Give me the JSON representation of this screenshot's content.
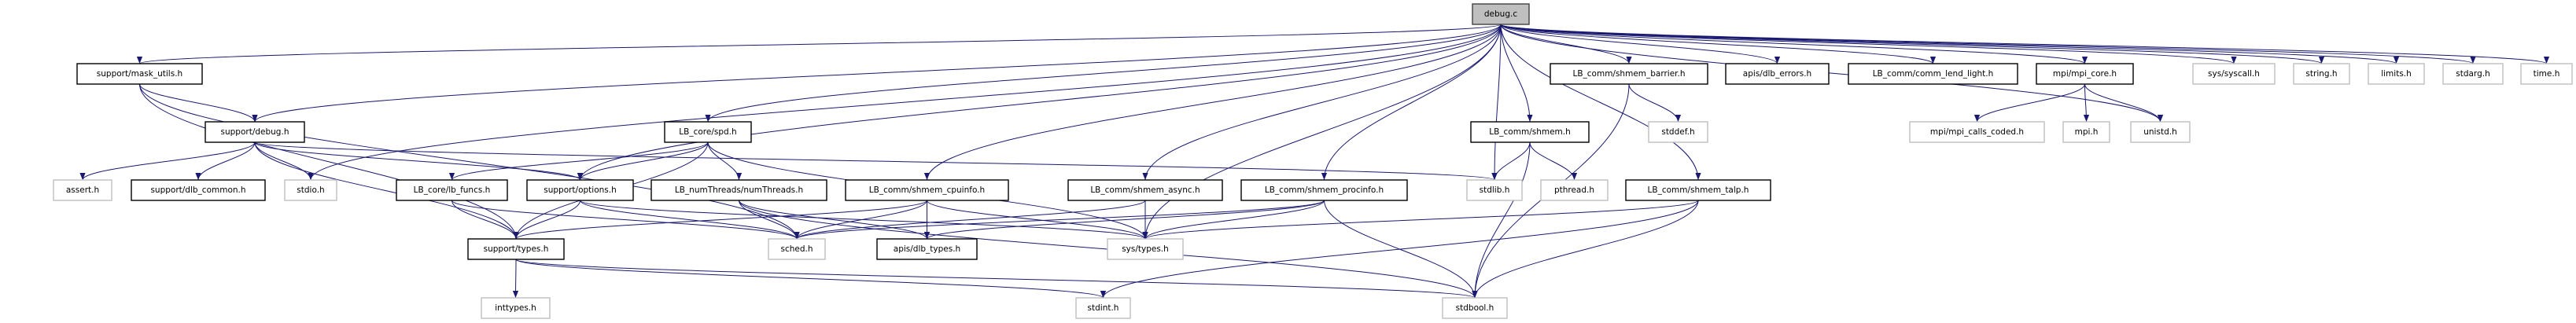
{
  "graph": {
    "title": "debug.c",
    "colors": {
      "edge": "#191970",
      "root_fill": "#bfbfbf",
      "external_border": "#bfbfbf",
      "documented_border": "#000000"
    },
    "nodes": [
      {
        "id": "debug_c",
        "label": "debug.c",
        "kind": "root"
      },
      {
        "id": "mask_utils",
        "label": "support/mask_utils.h",
        "kind": "documented"
      },
      {
        "id": "debug_h",
        "label": "support/debug.h",
        "kind": "documented"
      },
      {
        "id": "spd",
        "label": "LB_core/spd.h",
        "kind": "documented"
      },
      {
        "id": "assert",
        "label": "assert.h",
        "kind": "external"
      },
      {
        "id": "dlb_common",
        "label": "support/dlb_common.h",
        "kind": "documented"
      },
      {
        "id": "stdio",
        "label": "stdio.h",
        "kind": "external"
      },
      {
        "id": "lb_funcs",
        "label": "LB_core/lb_funcs.h",
        "kind": "documented"
      },
      {
        "id": "options",
        "label": "support/options.h",
        "kind": "documented"
      },
      {
        "id": "numThreads",
        "label": "LB_numThreads/numThreads.h",
        "kind": "documented"
      },
      {
        "id": "types",
        "label": "support/types.h",
        "kind": "documented"
      },
      {
        "id": "sched",
        "label": "sched.h",
        "kind": "external"
      },
      {
        "id": "inttypes",
        "label": "inttypes.h",
        "kind": "external"
      },
      {
        "id": "shmem_barrier",
        "label": "LB_comm/shmem_barrier.h",
        "kind": "documented"
      },
      {
        "id": "shmem",
        "label": "LB_comm/shmem.h",
        "kind": "documented"
      },
      {
        "id": "stddef",
        "label": "stddef.h",
        "kind": "external"
      },
      {
        "id": "shmem_cpuinfo",
        "label": "LB_comm/shmem_cpuinfo.h",
        "kind": "documented"
      },
      {
        "id": "shmem_async",
        "label": "LB_comm/shmem_async.h",
        "kind": "documented"
      },
      {
        "id": "shmem_procinfo",
        "label": "LB_comm/shmem_procinfo.h",
        "kind": "documented"
      },
      {
        "id": "stdlib",
        "label": "stdlib.h",
        "kind": "external"
      },
      {
        "id": "pthread",
        "label": "pthread.h",
        "kind": "external"
      },
      {
        "id": "shmem_talp",
        "label": "LB_comm/shmem_talp.h",
        "kind": "documented"
      },
      {
        "id": "dlb_types",
        "label": "apis/dlb_types.h",
        "kind": "documented"
      },
      {
        "id": "sys_types",
        "label": "sys/types.h",
        "kind": "external"
      },
      {
        "id": "stdint",
        "label": "stdint.h",
        "kind": "external"
      },
      {
        "id": "stdbool",
        "label": "stdbool.h",
        "kind": "external"
      },
      {
        "id": "dlb_errors",
        "label": "apis/dlb_errors.h",
        "kind": "documented"
      },
      {
        "id": "comm_lend_light",
        "label": "LB_comm/comm_lend_light.h",
        "kind": "documented"
      },
      {
        "id": "mpi_core",
        "label": "mpi/mpi_core.h",
        "kind": "documented"
      },
      {
        "id": "syscall",
        "label": "sys/syscall.h",
        "kind": "external"
      },
      {
        "id": "string",
        "label": "string.h",
        "kind": "external"
      },
      {
        "id": "limits",
        "label": "limits.h",
        "kind": "external"
      },
      {
        "id": "stdarg",
        "label": "stdarg.h",
        "kind": "external"
      },
      {
        "id": "time",
        "label": "time.h",
        "kind": "external"
      },
      {
        "id": "mpi_calls_coded",
        "label": "mpi/mpi_calls_coded.h",
        "kind": "external"
      },
      {
        "id": "mpi",
        "label": "mpi.h",
        "kind": "external"
      },
      {
        "id": "unistd",
        "label": "unistd.h",
        "kind": "external"
      }
    ],
    "edges": [
      [
        "debug_c",
        "mask_utils"
      ],
      [
        "debug_c",
        "debug_h"
      ],
      [
        "debug_c",
        "stdio"
      ],
      [
        "debug_c",
        "options"
      ],
      [
        "debug_c",
        "spd"
      ],
      [
        "debug_c",
        "shmem_cpuinfo"
      ],
      [
        "debug_c",
        "shmem_async"
      ],
      [
        "debug_c",
        "shmem_procinfo"
      ],
      [
        "debug_c",
        "stdlib"
      ],
      [
        "debug_c",
        "sys_types"
      ],
      [
        "debug_c",
        "shmem"
      ],
      [
        "debug_c",
        "shmem_talp"
      ],
      [
        "debug_c",
        "shmem_barrier"
      ],
      [
        "debug_c",
        "dlb_errors"
      ],
      [
        "debug_c",
        "comm_lend_light"
      ],
      [
        "debug_c",
        "mpi_core"
      ],
      [
        "debug_c",
        "syscall"
      ],
      [
        "debug_c",
        "string"
      ],
      [
        "debug_c",
        "limits"
      ],
      [
        "debug_c",
        "stdarg"
      ],
      [
        "debug_c",
        "time"
      ],
      [
        "debug_c",
        "unistd"
      ],
      [
        "mask_utils",
        "debug_h"
      ],
      [
        "mask_utils",
        "types"
      ],
      [
        "mask_utils",
        "sched"
      ],
      [
        "debug_h",
        "assert"
      ],
      [
        "debug_h",
        "dlb_common"
      ],
      [
        "debug_h",
        "stdio"
      ],
      [
        "debug_h",
        "options"
      ],
      [
        "debug_h",
        "types"
      ],
      [
        "debug_h",
        "stdlib"
      ],
      [
        "spd",
        "lb_funcs"
      ],
      [
        "spd",
        "options"
      ],
      [
        "spd",
        "numThreads"
      ],
      [
        "spd",
        "types"
      ],
      [
        "spd",
        "sys_types"
      ],
      [
        "lb_funcs",
        "types"
      ],
      [
        "lb_funcs",
        "sched"
      ],
      [
        "options",
        "types"
      ],
      [
        "options",
        "sched"
      ],
      [
        "options",
        "sys_types"
      ],
      [
        "numThreads",
        "sched"
      ],
      [
        "numThreads",
        "dlb_types"
      ],
      [
        "numThreads",
        "stdbool"
      ],
      [
        "shmem_cpuinfo",
        "types"
      ],
      [
        "shmem_cpuinfo",
        "sched"
      ],
      [
        "shmem_cpuinfo",
        "dlb_types"
      ],
      [
        "shmem_cpuinfo",
        "sys_types"
      ],
      [
        "shmem_async",
        "sched"
      ],
      [
        "shmem_async",
        "sys_types"
      ],
      [
        "shmem_procinfo",
        "dlb_types"
      ],
      [
        "shmem_procinfo",
        "sys_types"
      ],
      [
        "shmem_procinfo",
        "stdbool"
      ],
      [
        "shmem_procinfo",
        "sched"
      ],
      [
        "shmem",
        "stdlib"
      ],
      [
        "shmem",
        "pthread"
      ],
      [
        "shmem",
        "stdbool"
      ],
      [
        "shmem_talp",
        "sys_types"
      ],
      [
        "shmem_talp",
        "stdint"
      ],
      [
        "shmem_talp",
        "stdbool"
      ],
      [
        "shmem_barrier",
        "stddef"
      ],
      [
        "shmem_barrier",
        "stdbool"
      ],
      [
        "mpi_core",
        "mpi_calls_coded"
      ],
      [
        "mpi_core",
        "mpi"
      ],
      [
        "mpi_core",
        "unistd"
      ],
      [
        "types",
        "inttypes"
      ],
      [
        "types",
        "stdint"
      ],
      [
        "types",
        "stdbool"
      ]
    ]
  }
}
